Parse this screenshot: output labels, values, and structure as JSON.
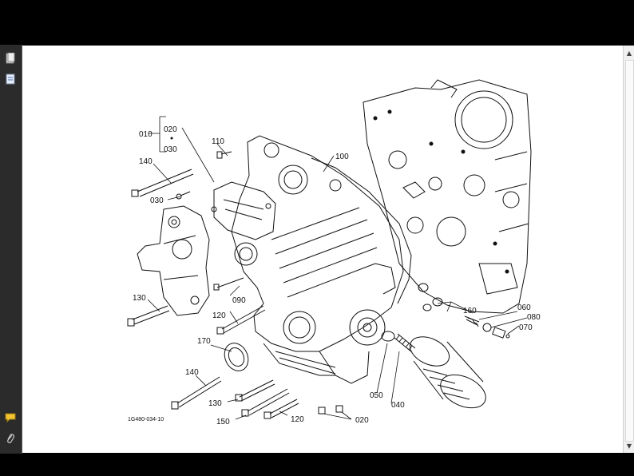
{
  "viewer": {
    "icons": [
      "pages-icon",
      "document-icon",
      "comment-icon",
      "attachment-icon"
    ]
  },
  "diagram": {
    "figure_code": "1G480-034-10",
    "labels": {
      "l010": "010",
      "l020a": "020",
      "l030a": "030",
      "l110": "110",
      "l140a": "140",
      "l030b": "030",
      "l100": "100",
      "l130a": "130",
      "l090": "090",
      "l120a": "120",
      "l170": "170",
      "l160": "160",
      "l060": "060",
      "l080": "080",
      "l070": "070",
      "l140b": "140",
      "l130b": "130",
      "l150": "150",
      "l120b": "120",
      "l050": "050",
      "l040": "040",
      "l020b": "020"
    }
  }
}
